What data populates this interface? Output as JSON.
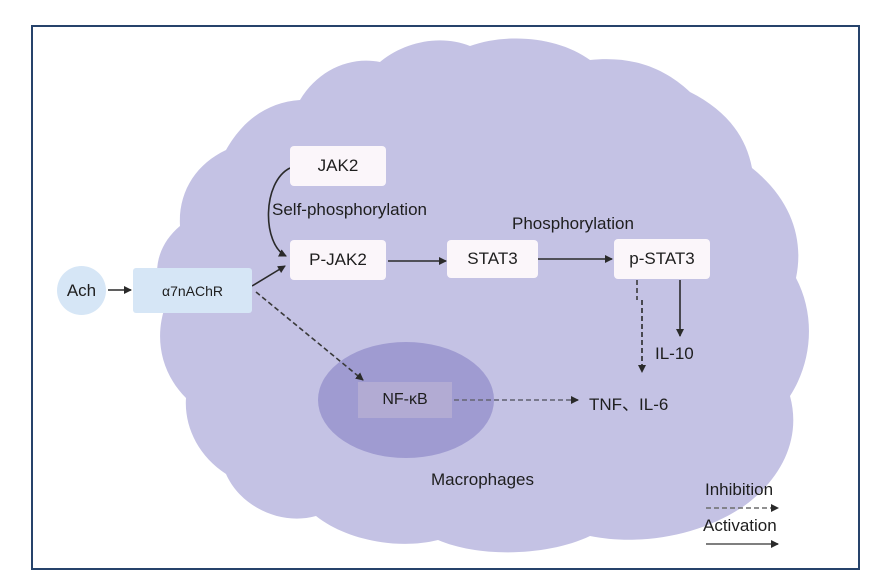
{
  "colors": {
    "cell": "#c4c2e4",
    "nucleus": "#9f9bd1",
    "frame": "#26436b",
    "box": "#fbf6fa",
    "receptor": "#d6e6f6"
  },
  "nodes": {
    "ach": "Ach",
    "receptor": "α7nAChR",
    "jak2": "JAK2",
    "pjak2": "P-JAK2",
    "stat3": "STAT3",
    "pstat3": "p-STAT3",
    "nfkb": "NF-κB"
  },
  "labels": {
    "self_phosphorylation": "Self-phosphorylation",
    "phosphorylation": "Phosphorylation",
    "il10": "IL-10",
    "tnf_il6": "TNF、IL-6",
    "macrophages": "Macrophages"
  },
  "legend": {
    "inhibition": "Inhibition",
    "activation": "Activation"
  }
}
